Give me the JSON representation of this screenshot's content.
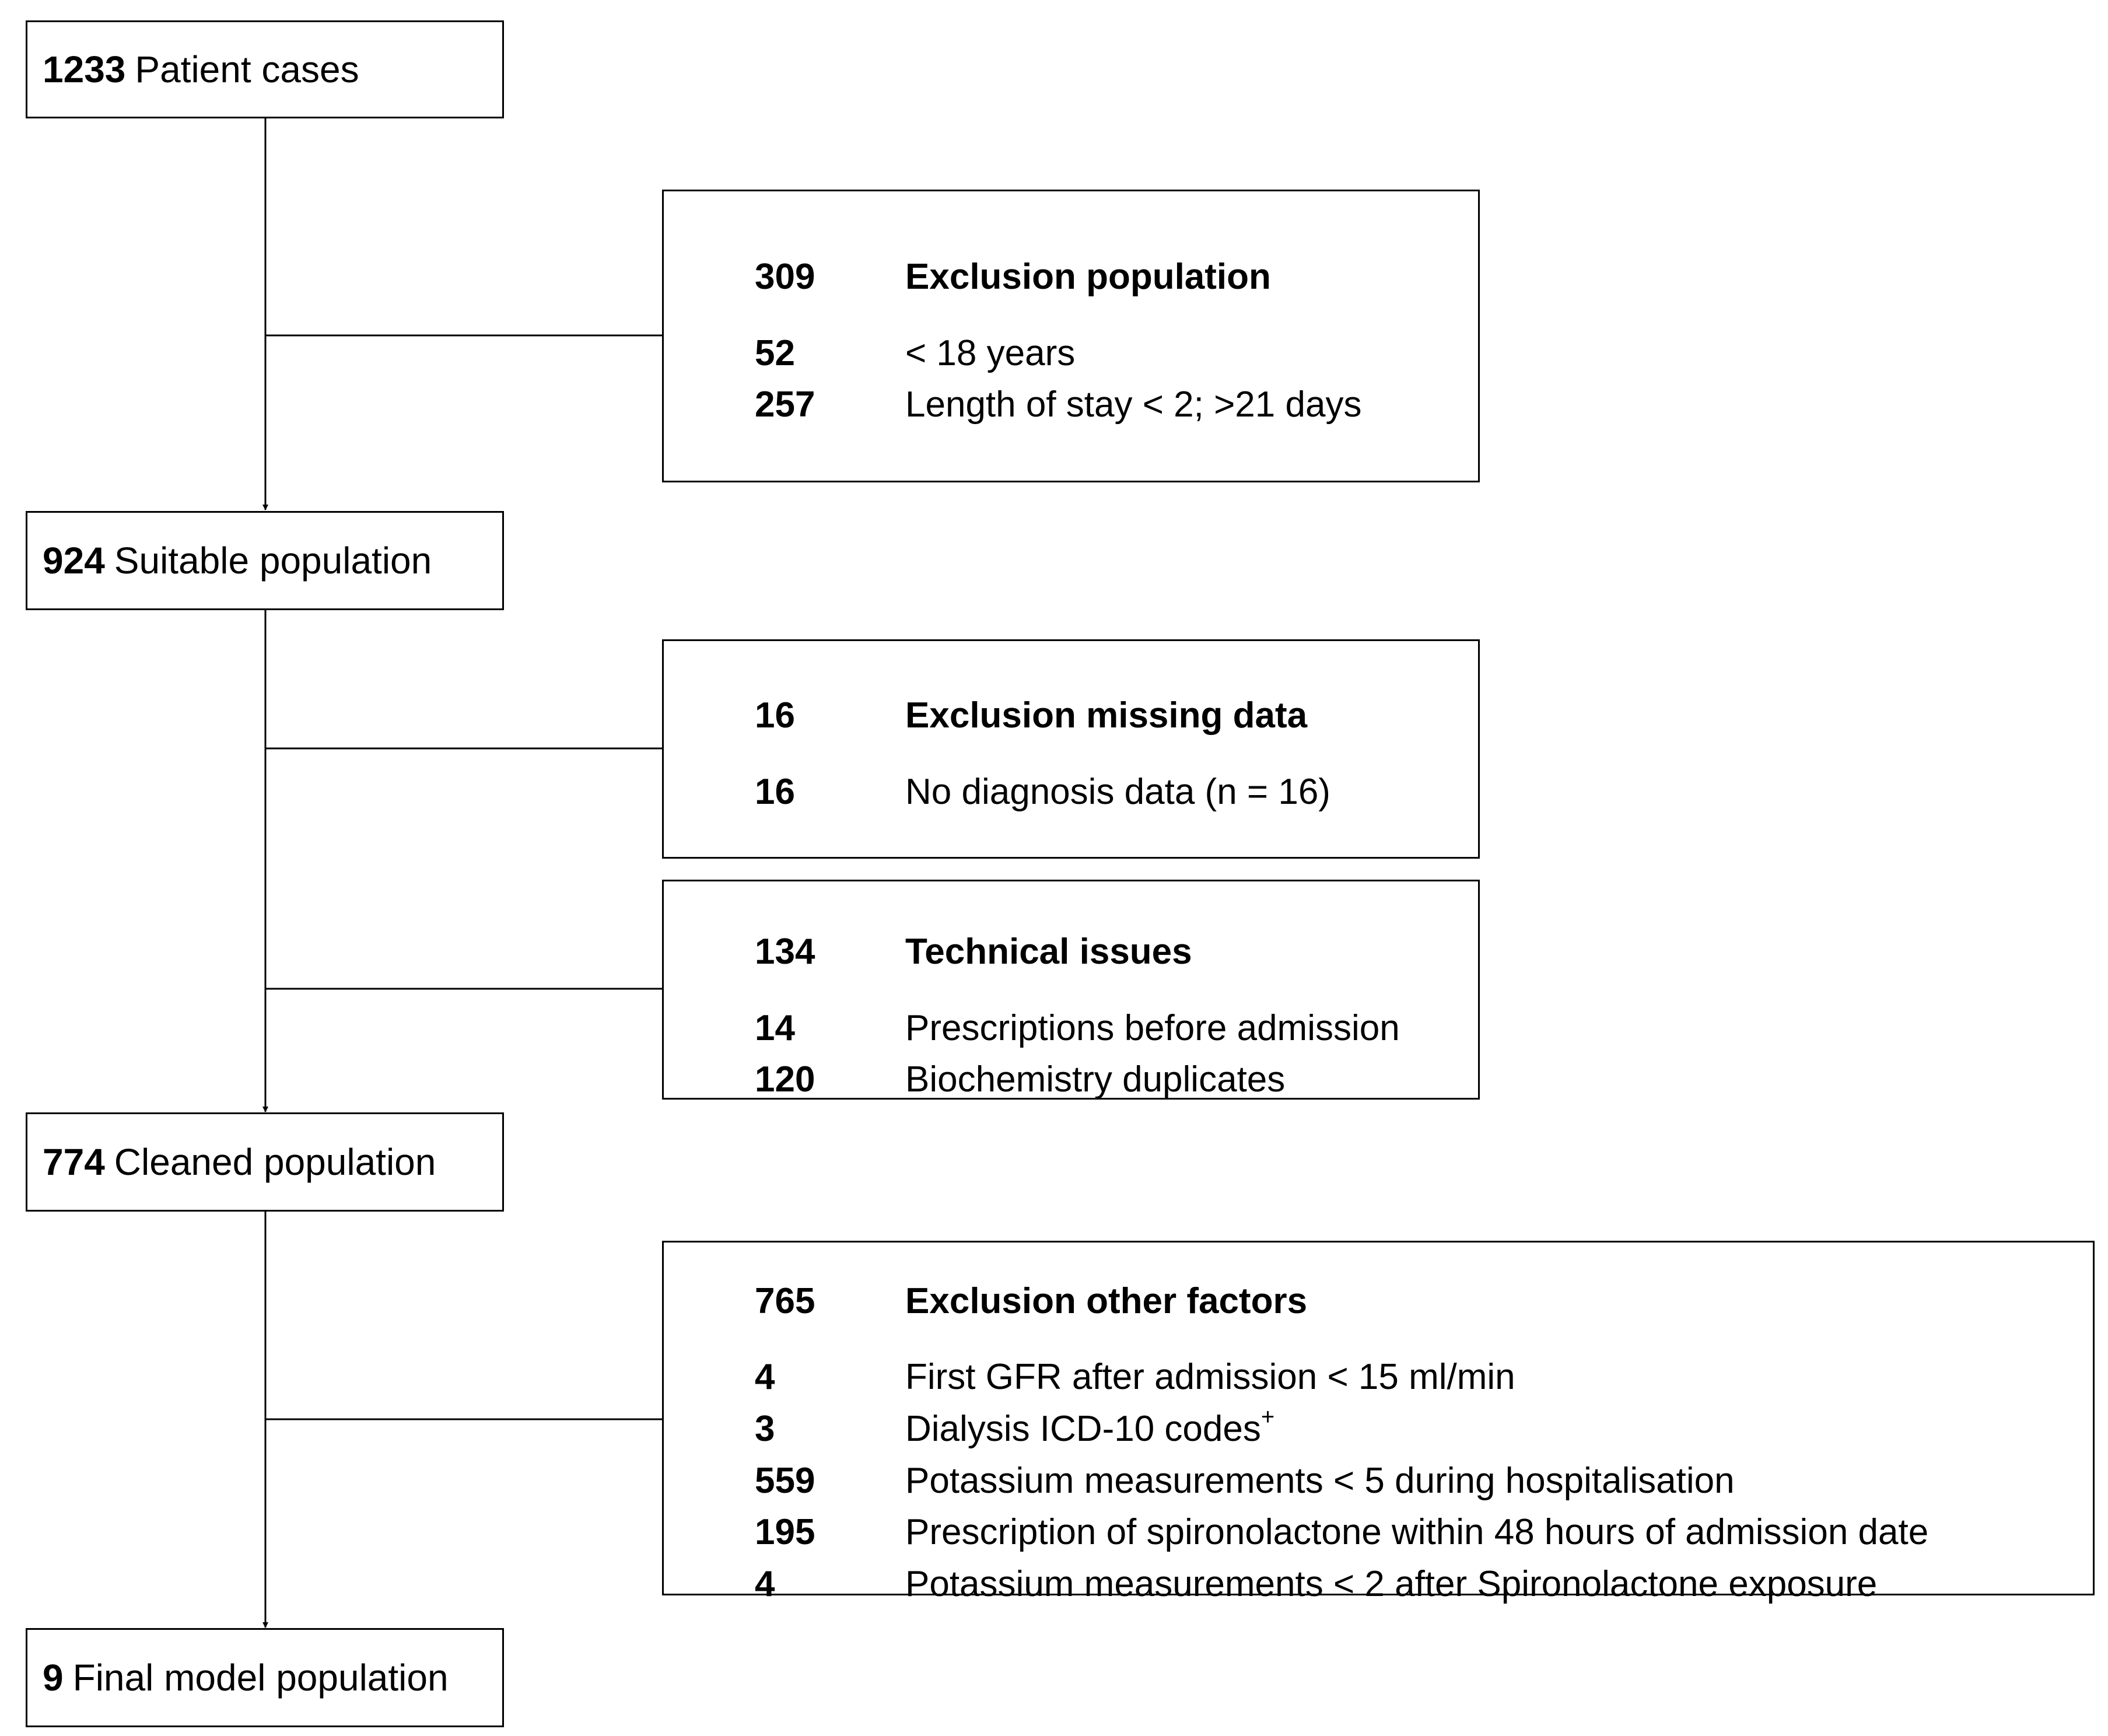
{
  "main_boxes": [
    {
      "count": "1233",
      "label": "Patient cases"
    },
    {
      "count": "924",
      "label": "Suitable population"
    },
    {
      "count": "774",
      "label": "Cleaned population"
    },
    {
      "count": "9",
      "label": "Final model population"
    }
  ],
  "exclusion_boxes": [
    {
      "count": "309",
      "title": "Exclusion population",
      "items": [
        {
          "count": "52",
          "label": "< 18 years"
        },
        {
          "count": "257",
          "label": "Length of stay < 2;  >21 days"
        }
      ]
    },
    {
      "count": "16",
      "title": "Exclusion missing data",
      "items": [
        {
          "count": "16",
          "label": "No diagnosis data (n = 16)"
        }
      ]
    },
    {
      "count": "134",
      "title": "Technical issues",
      "items": [
        {
          "count": "14",
          "label": "Prescriptions before admission"
        },
        {
          "count": "120",
          "label": "Biochemistry duplicates"
        }
      ]
    },
    {
      "count": "765",
      "title": "Exclusion other factors",
      "items": [
        {
          "count": "4",
          "label": "First GFR after admission < 15 ml/min"
        },
        {
          "count": "3",
          "label": "Dialysis ICD-10 codes",
          "superscript": "+"
        },
        {
          "count": "559",
          "label": "Potassium measurements < 5 during hospitalisation"
        },
        {
          "count": "195",
          "label": "Prescription of spironolactone within 48 hours of admission date"
        },
        {
          "count": "4",
          "label": "Potassium measurements < 2 after Spironolactone exposure"
        }
      ]
    }
  ]
}
